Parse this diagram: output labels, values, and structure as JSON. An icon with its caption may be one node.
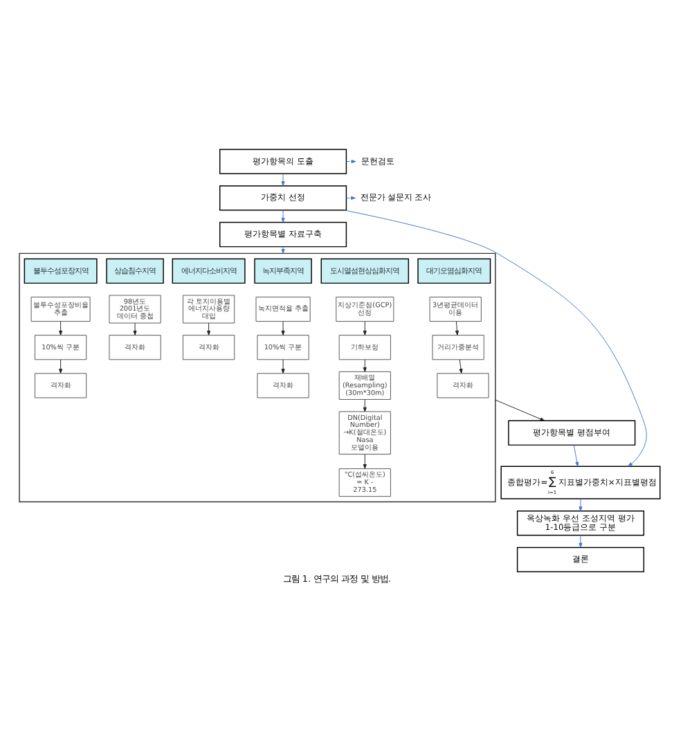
{
  "diagram": {
    "caption": "그림 1. 연구의 과정 및 방법.",
    "nodes": [
      {
        "text": [
          "평가항목의 도출"
        ]
      },
      {
        "text": [
          "문헌검토"
        ]
      },
      {
        "text": [
          "가중치 선정"
        ]
      },
      {
        "text": [
          "전문가 설문지 조사"
        ]
      },
      {
        "text": [
          "평가항목별 자료구축"
        ]
      },
      {
        "text": [],
        "shape": "box"
      },
      {
        "text": [
          "불투수성포장지역"
        ],
        "in": 5
      },
      {
        "text": [
          "상습침수지역"
        ],
        "in": 5
      },
      {
        "text": [
          "에너지다소비지역"
        ],
        "in": 5
      },
      {
        "text": [
          "녹지부족지역"
        ],
        "in": 5
      },
      {
        "text": [
          "도시열섬현상심화지역"
        ],
        "in": 5
      },
      {
        "text": [
          "대기오염심화지역"
        ],
        "in": 5
      },
      {
        "text": [
          "불투수성포장비율 추출"
        ],
        "in": 5
      },
      {
        "text": [
          "10%씩 구분"
        ],
        "in": 5
      },
      {
        "text": [
          "격자화"
        ],
        "in": 5
      },
      {
        "text": [
          "98년도 2001년도 데이터 중첩"
        ],
        "in": 5
      },
      {
        "text": [
          "격자화"
        ],
        "in": 5
      },
      {
        "text": [
          "각 토지이용별 에너지사용량 대입"
        ],
        "in": 5
      },
      {
        "text": [
          "격자화"
        ],
        "in": 5
      },
      {
        "text": [
          "녹지면적율 추출"
        ],
        "in": 5
      },
      {
        "text": [
          "10%씩 구분"
        ],
        "in": 5
      },
      {
        "text": [
          "격자화"
        ],
        "in": 5
      },
      {
        "text": [
          "지상기준점(GCP) 선정"
        ],
        "in": 5
      },
      {
        "text": [
          "기하보정"
        ],
        "in": 5
      },
      {
        "text": [
          "재배열 (Resampling) (30m*30m)"
        ],
        "in": 5
      },
      {
        "text": [
          "DN(Digital Number) →K(절대온도) Nasa 모델이용"
        ],
        "in": 5
      },
      {
        "text": [
          "°C(섭씨온도) = K - 273.15"
        ],
        "in": 5
      },
      {
        "text": [
          "3년평균데이터 이용"
        ],
        "in": 5
      },
      {
        "text": [
          "거리가중분석"
        ],
        "in": 5
      },
      {
        "text": [
          "격자화"
        ],
        "in": 5
      },
      {
        "text": [
          "평가항목별 평점부여"
        ]
      },
      {
        "text": [
          "종합평가=",
          "6",
          "∑",
          "i=1",
          "지표별가중치×지표별평점"
        ]
      },
      {
        "text": [
          "옥상녹화 우선 조성지역 평가 1-10등급으로 구분"
        ]
      },
      {
        "text": [
          "결론"
        ]
      }
    ],
    "edges": [
      {
        "from": 0,
        "to": 1,
        "arrow": "to",
        "style": "dashed",
        "color": "#4a74c9"
      },
      {
        "from": 0,
        "to": 2,
        "arrow": "to",
        "color": "#4a74c9"
      },
      {
        "from": 2,
        "to": 3,
        "arrow": "to",
        "style": "dashed",
        "color": "#4a74c9"
      },
      {
        "from": 2,
        "to": 4,
        "arrow": "to",
        "color": "#4a74c9"
      },
      {
        "from": 2,
        "to": 31,
        "arrow": "to",
        "color": "#4a74c9"
      },
      {
        "from": 4,
        "to": 5,
        "arrow": "to",
        "color": "#4a74c9"
      },
      {
        "from": 12,
        "to": 13,
        "arrow": "to"
      },
      {
        "from": 13,
        "to": 14,
        "arrow": "to"
      },
      {
        "from": 15,
        "to": 16,
        "arrow": "to"
      },
      {
        "from": 17,
        "to": 18,
        "arrow": "to"
      },
      {
        "from": 19,
        "to": 20,
        "arrow": "to"
      },
      {
        "from": 20,
        "to": 21,
        "arrow": "to"
      },
      {
        "from": 22,
        "to": 23,
        "arrow": "to"
      },
      {
        "from": 23,
        "to": 24,
        "arrow": "to"
      },
      {
        "from": 24,
        "to": 25,
        "arrow": "to"
      },
      {
        "from": 25,
        "to": 26,
        "arrow": "to"
      },
      {
        "from": 27,
        "to": 28,
        "arrow": "to"
      },
      {
        "from": 28,
        "to": 29,
        "arrow": "to"
      },
      {
        "from": 5,
        "to": 30,
        "arrow": "to"
      },
      {
        "from": 30,
        "to": 31,
        "arrow": "to",
        "color": "#4a74c9"
      },
      {
        "from": 31,
        "to": 32,
        "arrow": "to",
        "color": "#4a74c9"
      },
      {
        "from": 32,
        "to": 33,
        "arrow": "to",
        "color": "#4a74c9"
      }
    ]
  }
}
